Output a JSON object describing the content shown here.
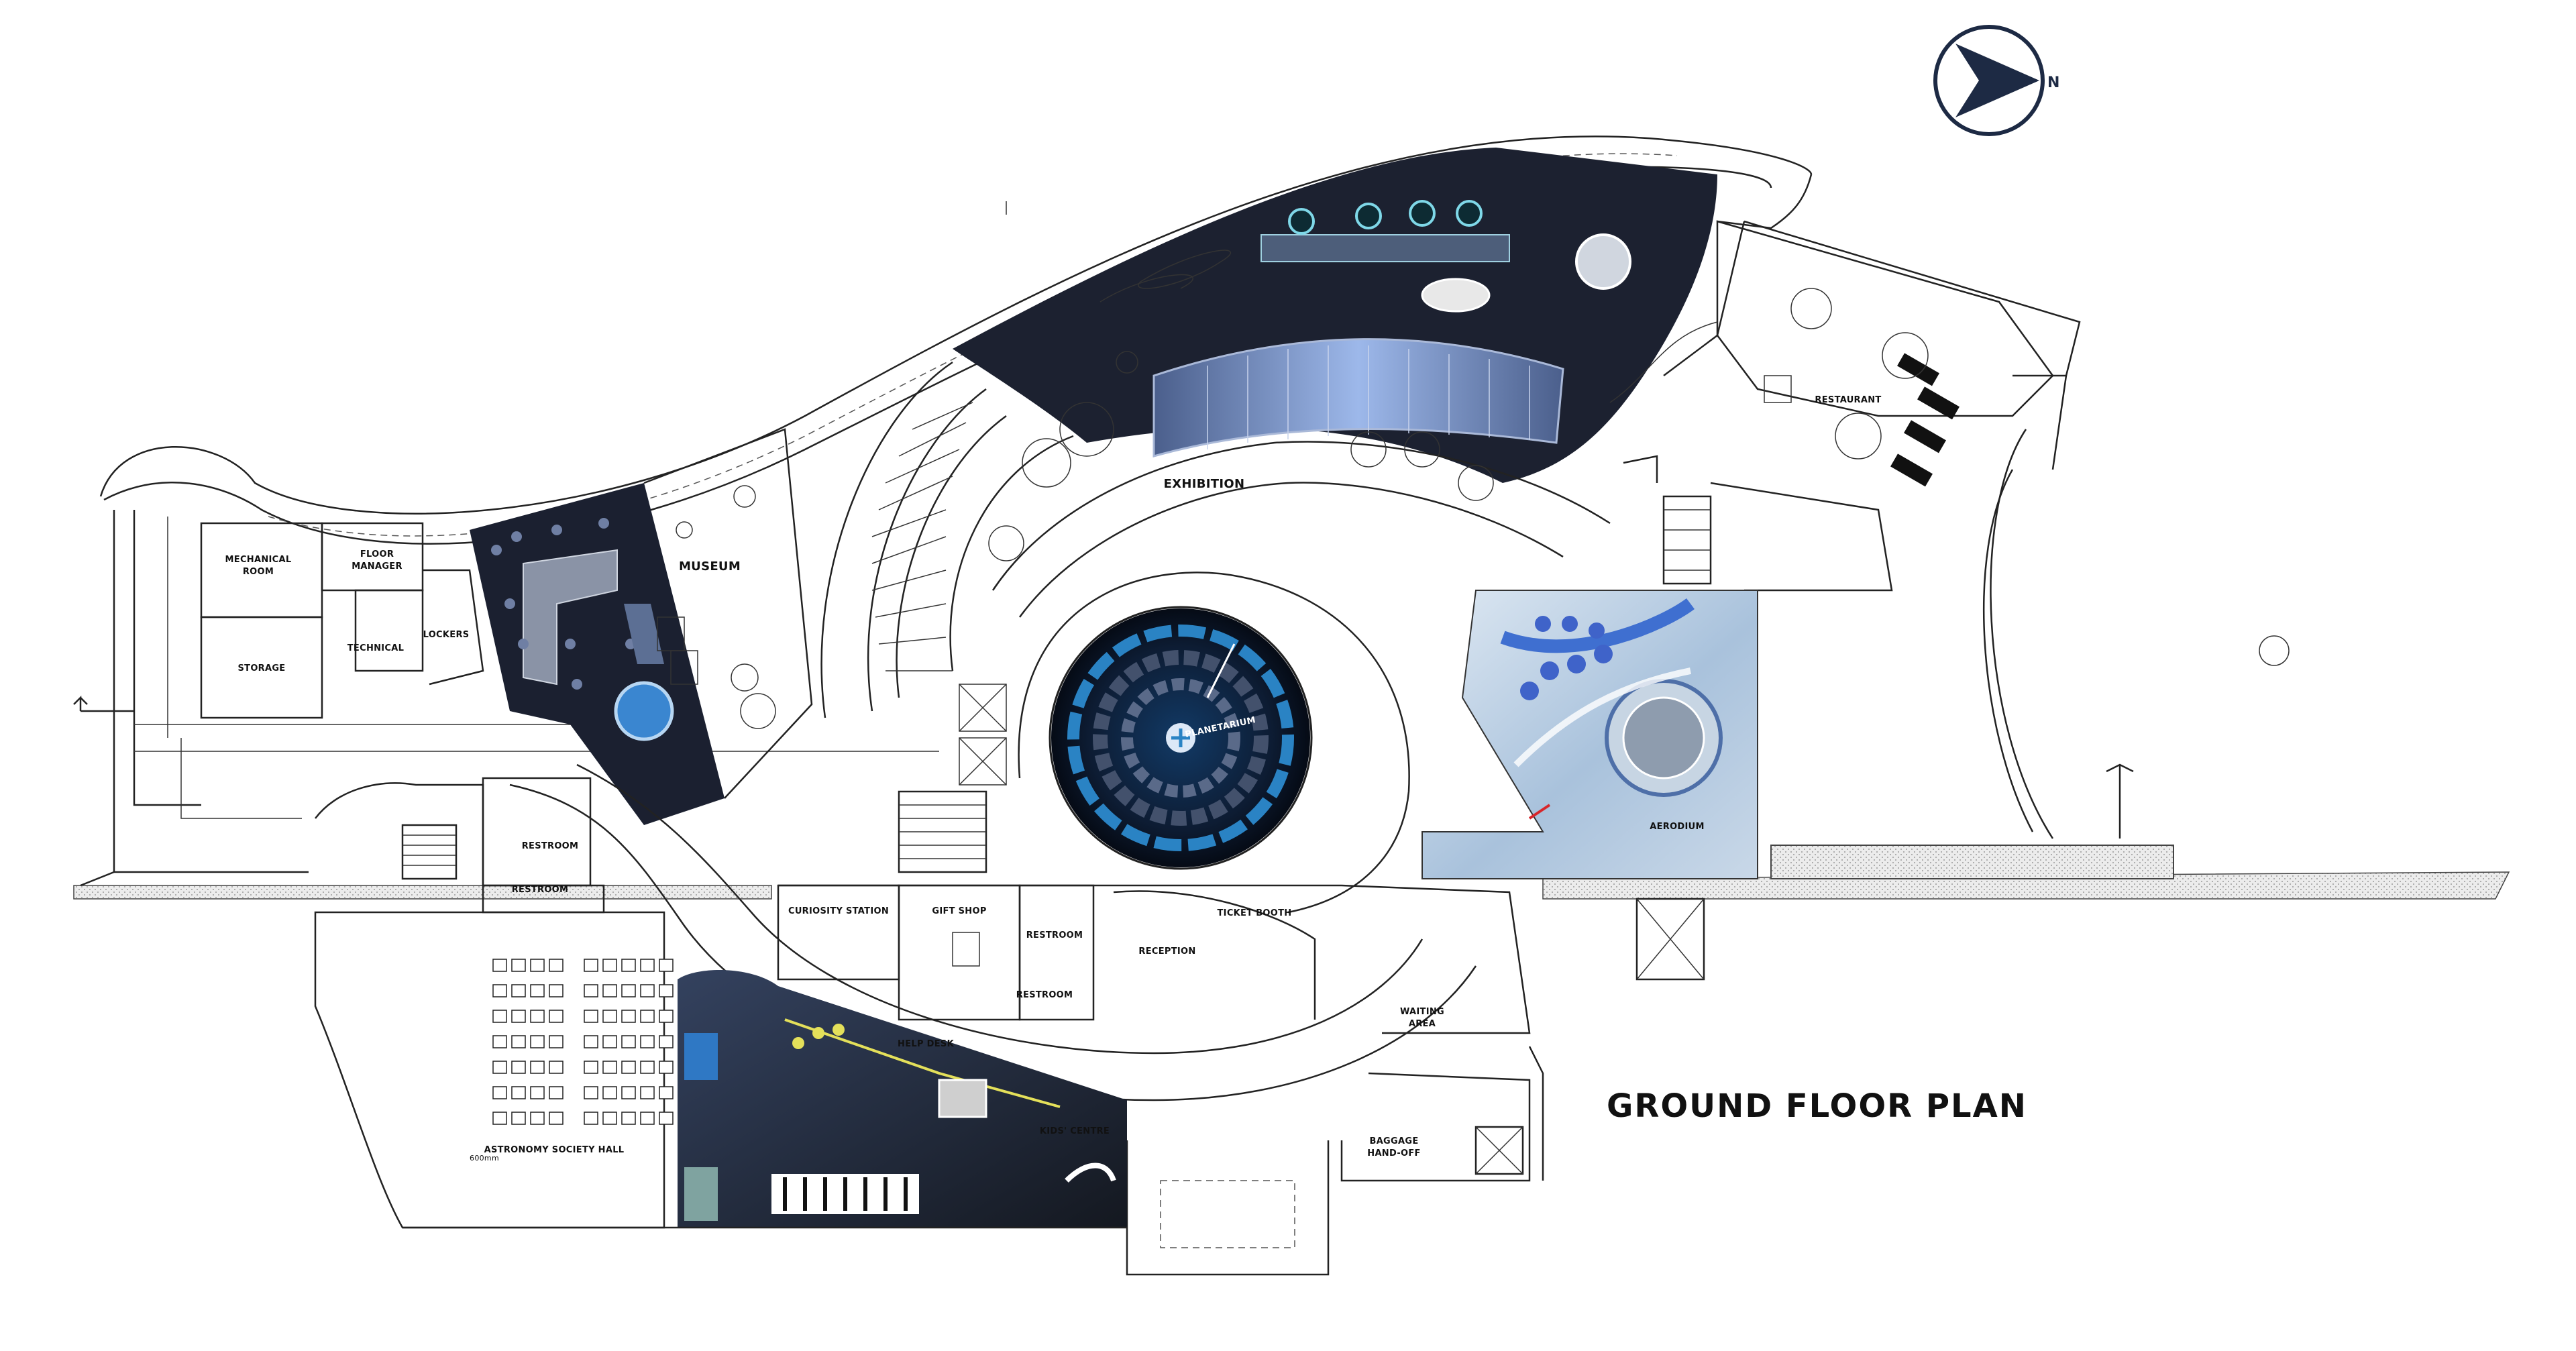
{
  "plan": {
    "title": "GROUND FLOOR PLAN",
    "north_label": "N",
    "dimension_note": "600mm",
    "rooms": {
      "mechanical_room": [
        "MECHANICAL",
        "ROOM"
      ],
      "storage": "STORAGE",
      "floor_manager": [
        "FLOOR",
        "MANAGER"
      ],
      "technical": "TECHNICAL",
      "lockers": "LOCKERS",
      "museum": "MUSEUM",
      "exhibition": "EXHIBITION",
      "restaurant": "RESTAURANT",
      "planetarium": "PLANETARIUM",
      "aerodium": "AERODIUM",
      "restroom_left": "RESTROOM",
      "restroom_lower": "RESTROOM",
      "restroom_mid_a": "RESTROOM",
      "restroom_mid_b": "RESTROOM",
      "curiosity_station": "CURIOSITY STATION",
      "gift_shop": "GIFT SHOP",
      "ticket_booth": "TICKET BOOTH",
      "reception": "RECEPTION",
      "waiting_area": [
        "WAITING",
        "AREA"
      ],
      "help_desk": "HELP DESK",
      "kids_centre": "KIDS' CENTRE",
      "astronomy_society_hall": "ASTRONOMY SOCIETY HALL",
      "baggage_hand_off": [
        "BAGGAGE",
        "HAND-OFF"
      ]
    }
  },
  "colors": {
    "line": "#222222",
    "dark_zone": "#1b2030",
    "exhibit_blue": "#6f8fd0",
    "planetarium_ring": "#2a83c4",
    "aerodium_blue": "#b9cde0",
    "compass": "#1d2a44"
  }
}
